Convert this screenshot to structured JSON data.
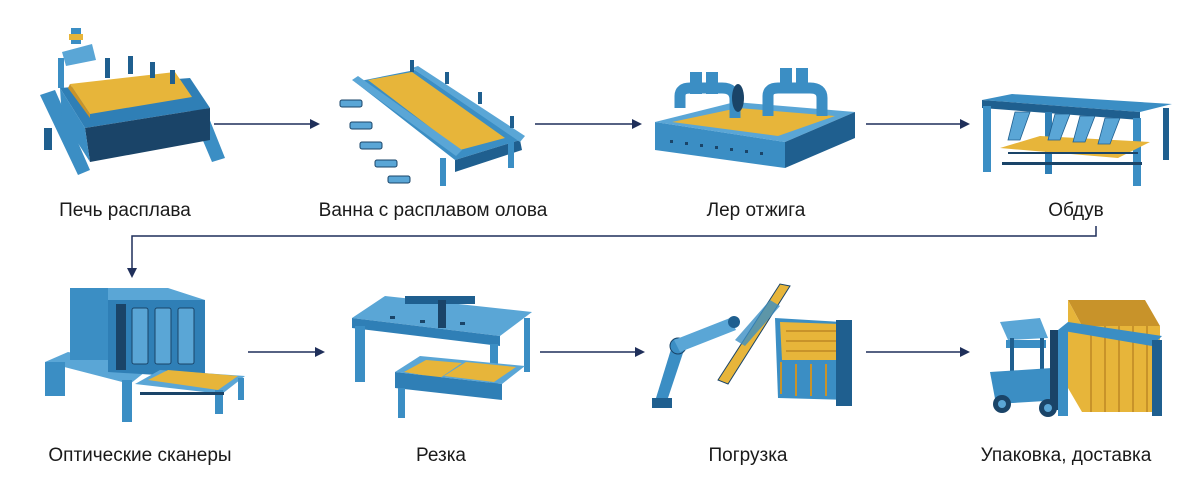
{
  "colors": {
    "machine_light": "#5aa6d6",
    "machine_mid": "#3b8ec4",
    "machine_dark": "#1f5f8f",
    "machine_deep": "#1a4468",
    "glass": "#e7b53a",
    "glass_edge": "#c8932a",
    "arrow": "#1f2f5a",
    "text": "#1a1a1a"
  },
  "stages": [
    {
      "id": "melting-furnace",
      "label": "Печь расплава",
      "icon": "melting-furnace-icon"
    },
    {
      "id": "tin-bath",
      "label": "Ванна с расплавом олова",
      "icon": "tin-bath-icon"
    },
    {
      "id": "annealing-lehr",
      "label": "Лер отжига",
      "icon": "annealing-lehr-icon"
    },
    {
      "id": "blowing",
      "label": "Обдув",
      "icon": "air-blowing-icon"
    },
    {
      "id": "optical-scanners",
      "label": "Оптические сканеры",
      "icon": "optical-scanner-icon"
    },
    {
      "id": "cutting",
      "label": "Резка",
      "icon": "cutting-table-icon"
    },
    {
      "id": "loading",
      "label": "Погрузка",
      "icon": "robot-arm-loading-icon"
    },
    {
      "id": "packing-delivery",
      "label": "Упаковка, доставка",
      "icon": "forklift-packing-icon"
    }
  ]
}
